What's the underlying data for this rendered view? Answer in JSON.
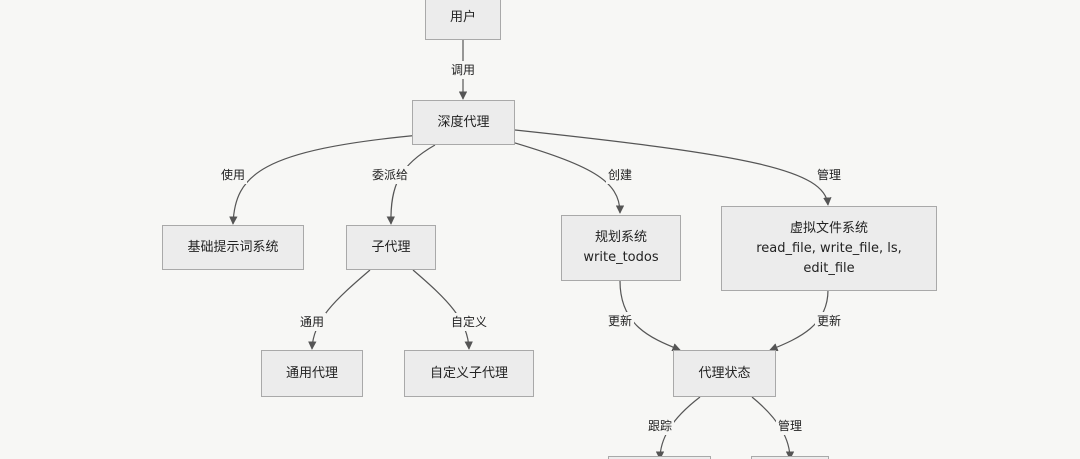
{
  "nodes": {
    "user": "用户",
    "deep_agent": "深度代理",
    "base_prompt": "基础提示词系统",
    "sub_agent": "子代理",
    "planning_line1": "规划系统",
    "planning_line2": "write_todos",
    "vfs_line1": "虚拟文件系统",
    "vfs_line2": "read_file, write_file, ls,",
    "vfs_line3": "edit_file",
    "general_agent": "通用代理",
    "custom_sub_agent": "自定义子代理",
    "agent_state": "代理状态"
  },
  "edges": {
    "call": "调用",
    "use": "使用",
    "delegate": "委派给",
    "create": "创建",
    "manage": "管理",
    "general": "通用",
    "custom": "自定义",
    "update_left": "更新",
    "update_right": "更新",
    "track": "跟踪",
    "manage_state": "管理"
  }
}
